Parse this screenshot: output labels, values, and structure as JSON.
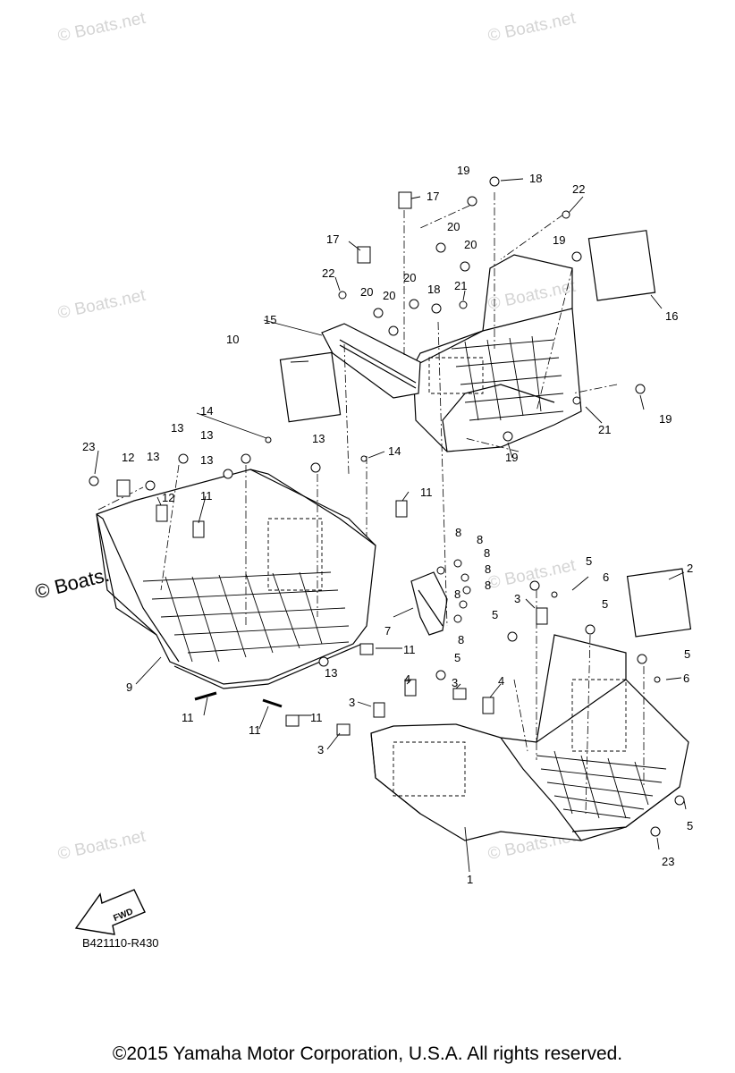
{
  "watermarks": {
    "brand": "© Boats.net"
  },
  "callouts": [
    "1",
    "2",
    "3",
    "4",
    "5",
    "6",
    "7",
    "8",
    "9",
    "10",
    "11",
    "12",
    "13",
    "14",
    "15",
    "16",
    "17",
    "18",
    "19",
    "20",
    "21",
    "22",
    "23"
  ],
  "fwd_label": "FWD",
  "diagram_code": "B421110-R430",
  "copyright": "©2015 Yamaha Motor Corporation, U.S.A. All rights reserved."
}
